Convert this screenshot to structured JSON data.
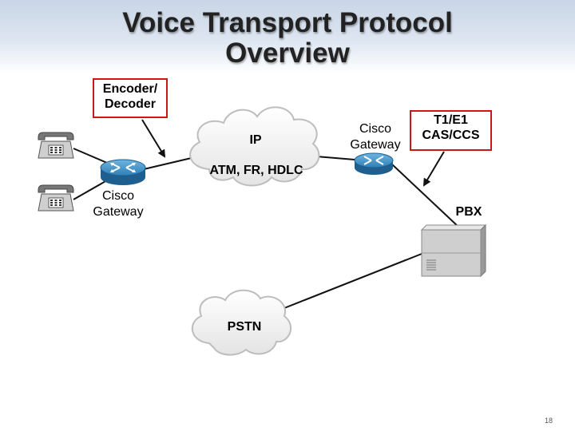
{
  "slide": {
    "title_line1": "Voice Transport Protocol",
    "title_line2": "Overview",
    "page_number": "18"
  },
  "callouts": {
    "encoder": {
      "line1": "Encoder/",
      "line2": "Decoder"
    },
    "trunk": {
      "line1": "T1/E1",
      "line2": "CAS/CCS"
    }
  },
  "clouds": {
    "ip": {
      "label": "IP",
      "sublabel": "ATM, FR, HDLC"
    },
    "pstn": {
      "label": "PSTN"
    }
  },
  "devices": {
    "left_gateway": {
      "line1": "Cisco",
      "line2": "Gateway"
    },
    "right_gateway": {
      "line1": "Cisco",
      "line2": "Gateway"
    },
    "pbx": {
      "label": "PBX"
    }
  },
  "colors": {
    "callout_border": "#c81818",
    "router_blue": "#3e8fc4",
    "cloud_fill": "#f2f2f2"
  }
}
